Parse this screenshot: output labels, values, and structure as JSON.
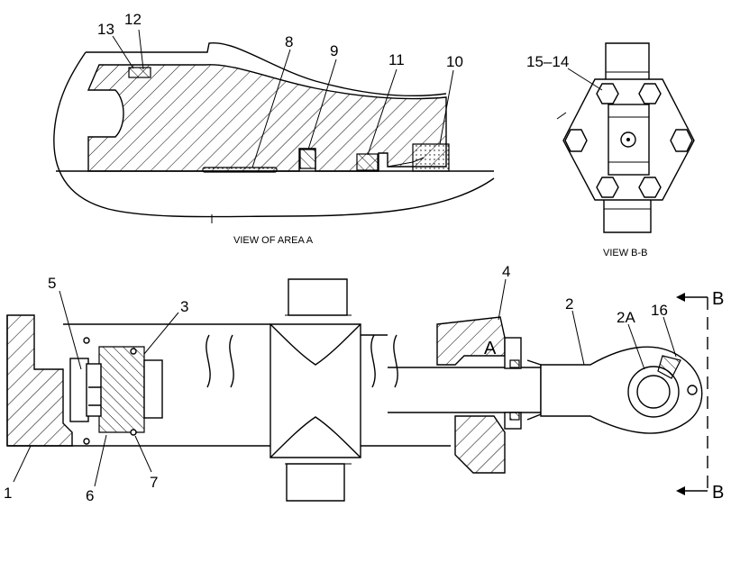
{
  "views": {
    "area_a_caption": "VIEW OF AREA A",
    "bb_caption": "VIEW B-B"
  },
  "callouts": {
    "c13": "13",
    "c12": "12",
    "c8": "8",
    "c9": "9",
    "c11": "11",
    "c10": "10",
    "c15_14": "15–14",
    "c5": "5",
    "c3": "3",
    "c4": "4",
    "c2": "2",
    "c2a": "2A",
    "c16": "16",
    "c1": "1",
    "c6": "6",
    "c7": "7",
    "area_a": "A",
    "section_b_top": "B",
    "section_b_bottom": "B"
  }
}
